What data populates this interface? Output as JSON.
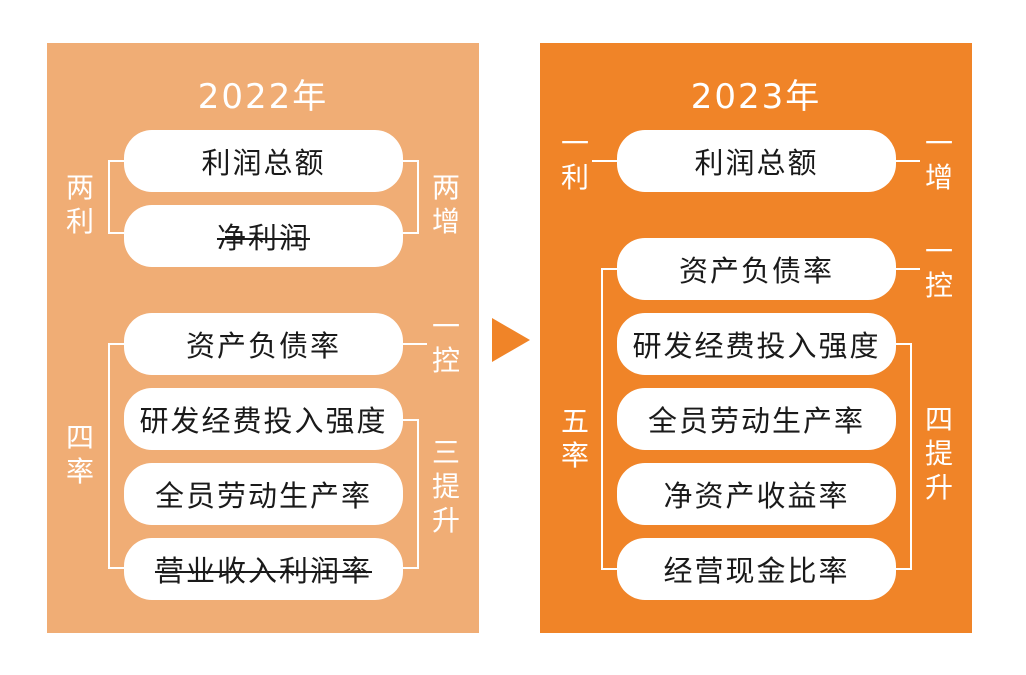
{
  "left": {
    "year": "2022年",
    "items": [
      "利润总额",
      "净利润",
      "资产负债率",
      "研发经费投入强度",
      "全员劳动生产率",
      "营业收入利润率"
    ],
    "strikethrough": [
      "净利润",
      "营业收入利润率"
    ],
    "labels": {
      "two_profit": "两利",
      "two_increase": "两增",
      "four_rate": "四率",
      "one_control": "一控",
      "three_improve": "三提升"
    }
  },
  "right": {
    "year": "2023年",
    "items": [
      "利润总额",
      "资产负债率",
      "研发经费投入强度",
      "全员劳动生产率",
      "净资产收益率",
      "经营现金比率"
    ],
    "labels": {
      "one_profit": "一利",
      "one_increase": "一增",
      "one_control": "一控",
      "five_rate": "五率",
      "four_improve": "四提升"
    }
  },
  "colors": {
    "left_panel": "#f0ad75",
    "right_panel": "#f08428",
    "pill": "#ffffff"
  }
}
